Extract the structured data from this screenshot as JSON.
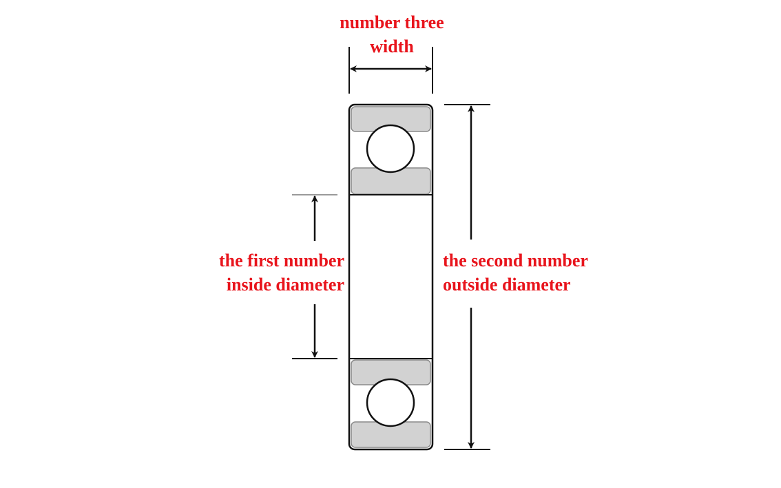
{
  "labels": {
    "width": {
      "line1": "number three",
      "line2": "width"
    },
    "inner": {
      "line1": "the first number",
      "line2": "inside diameter"
    },
    "outer": {
      "line1": "the second number",
      "line2": "outside diameter"
    }
  },
  "colors": {
    "label_text": "#e8141c",
    "outline": "#111111",
    "race_fill": "#d2d2d2",
    "ball_fill": "#ffffff",
    "extension_line": "#9a9a9a"
  }
}
